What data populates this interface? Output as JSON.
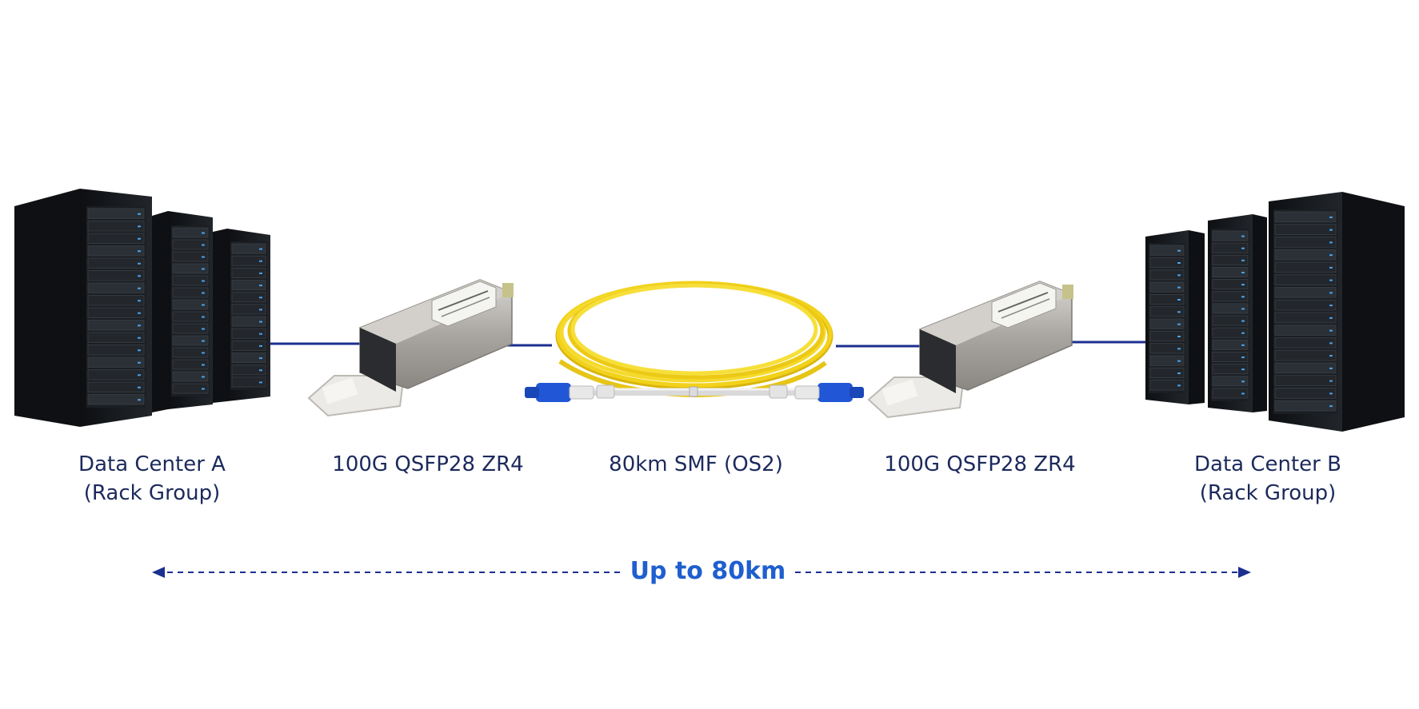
{
  "nodes": {
    "dc_a": {
      "line1": "Data Center A",
      "line2": "(Rack Group)"
    },
    "module_a": {
      "label": "100G QSFP28 ZR4"
    },
    "fiber": {
      "label": "80km SMF (OS2)"
    },
    "module_b": {
      "label": "100G QSFP28 ZR4"
    },
    "dc_b": {
      "line1": "Data Center B",
      "line2": "(Rack Group)"
    }
  },
  "distance": {
    "label": "Up to 80km"
  },
  "colors": {
    "link_line": "#1b2f8f",
    "fiber_jacket": "#f2d21a",
    "lc_connector": "#2156d6",
    "rack_body": "#15181c",
    "label_text": "#1c2a5c",
    "distance_text": "#1f5fcf"
  },
  "icons": [
    "server-rack-icon",
    "qsfp28-transceiver-icon",
    "fiber-patch-cable-icon",
    "lc-connector-icon"
  ]
}
